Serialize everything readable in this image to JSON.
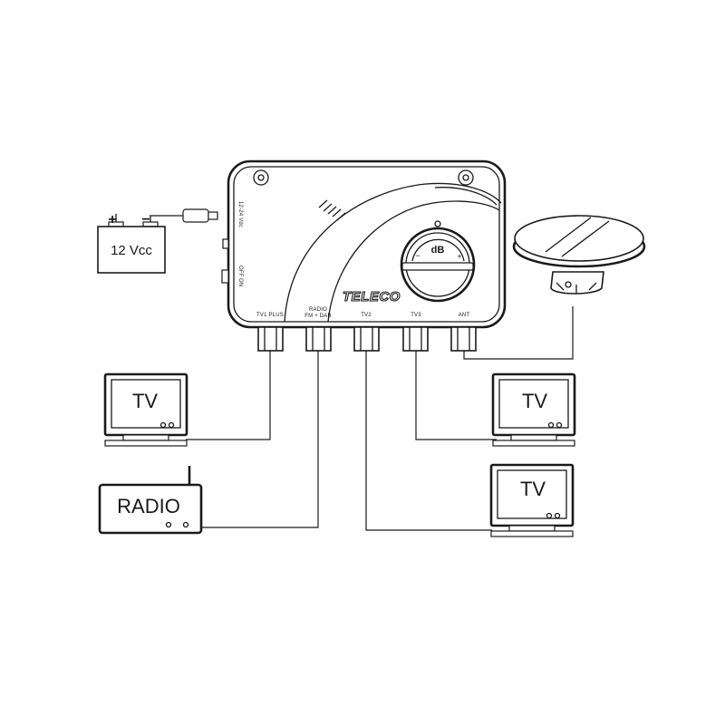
{
  "battery": {
    "label": "12 Vcc",
    "plus": "+",
    "minus": "−"
  },
  "amplifier": {
    "brand": "TELECO",
    "voltage_label": "12-24 Vdc",
    "switch_off": "OFF",
    "switch_on": "ON",
    "knob_label": "dB",
    "knob_minus": "−",
    "knob_plus": "+",
    "ports": [
      {
        "id": "tv1",
        "label": "TV1 PLUS"
      },
      {
        "id": "radio",
        "label_line1": "RADIO",
        "label_line2": "FM + DAB"
      },
      {
        "id": "tv2",
        "label": "TV2"
      },
      {
        "id": "tv3",
        "label": "TV3"
      },
      {
        "id": "ant",
        "label": "ANT"
      }
    ]
  },
  "devices": {
    "tv_left": {
      "label": "TV"
    },
    "radio": {
      "label": "RADIO"
    },
    "tv_right_top": {
      "label": "TV"
    },
    "tv_right_bottom": {
      "label": "TV"
    }
  }
}
